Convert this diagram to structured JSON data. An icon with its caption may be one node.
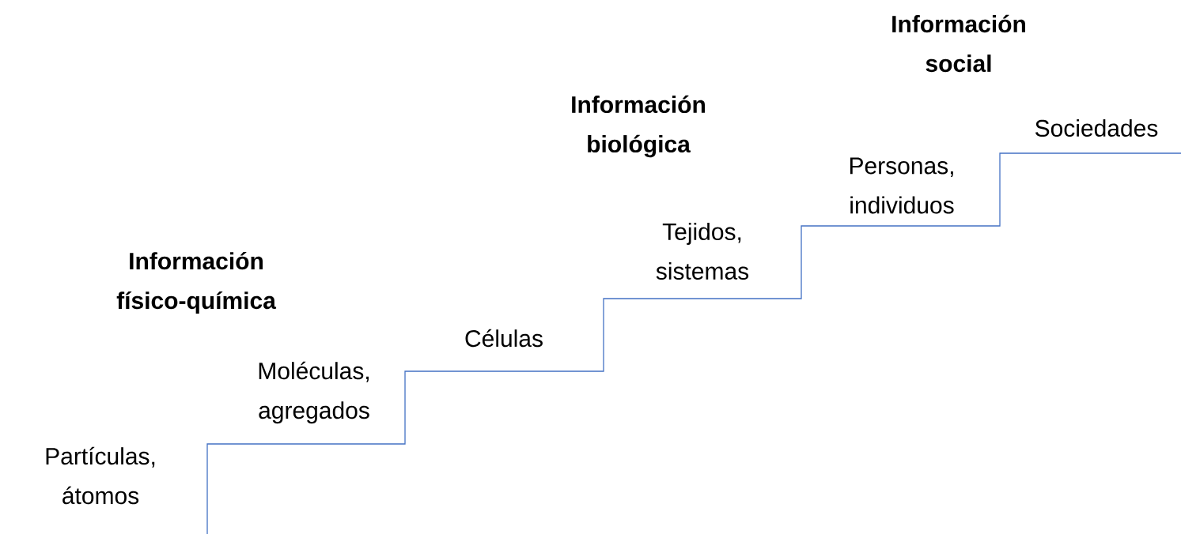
{
  "diagram": {
    "labels": [
      "Información social",
      "Sociedades",
      "Información biológica",
      "Personas, individuos",
      "Tejidos, sistemas",
      "Información físico-química",
      "Células",
      "Moléculas, agregados",
      "Partículas, átomos"
    ]
  }
}
